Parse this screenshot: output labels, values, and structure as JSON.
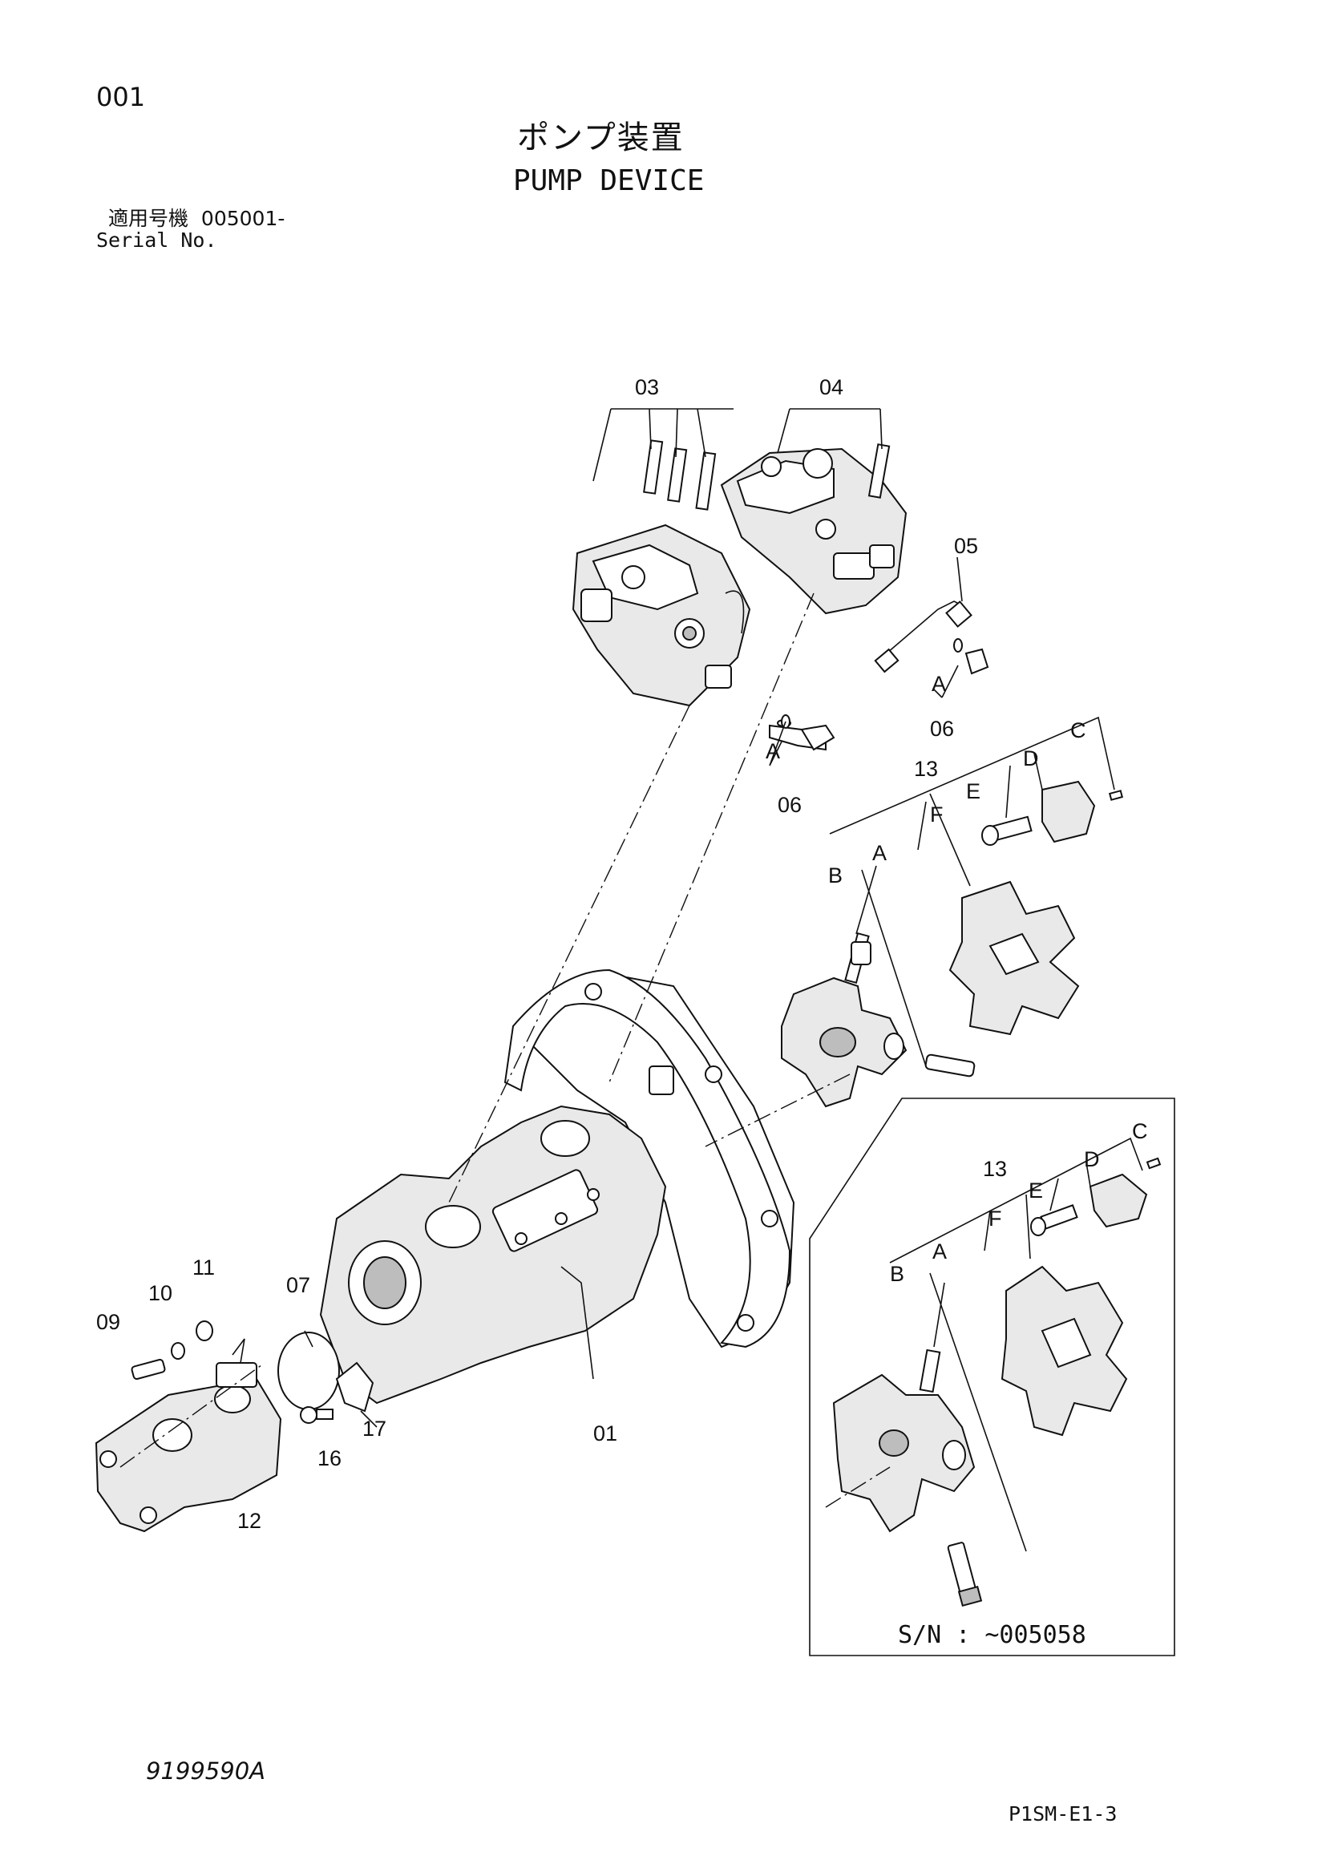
{
  "header": {
    "page_code": "001",
    "title_jp": "ポンプ装置",
    "title_en": "PUMP DEVICE",
    "serial_label_jp": "適用号機",
    "serial_from": "005001-",
    "serial_label_en": "Serial No."
  },
  "callouts": {
    "c01": "01",
    "c03": "03",
    "c04": "04",
    "c05": "05",
    "c06a": "06",
    "c06b": "06",
    "c07": "07",
    "c09": "09",
    "c10": "10",
    "c11": "11",
    "c12": "12",
    "c13": "13",
    "c16": "16",
    "c17": "17",
    "cA1": "A",
    "cA2": "A",
    "cA3": "A",
    "cB": "B",
    "cC": "C",
    "cD": "D",
    "cE": "E",
    "cF": "F"
  },
  "inset": {
    "c13": "13",
    "cA": "A",
    "cB": "B",
    "cC": "C",
    "cD": "D",
    "cE": "E",
    "cF": "F",
    "serial_range": "S/N : ~005058"
  },
  "footer": {
    "doc_number": "9199590A",
    "page_ref": "P1SM-E1-3"
  }
}
